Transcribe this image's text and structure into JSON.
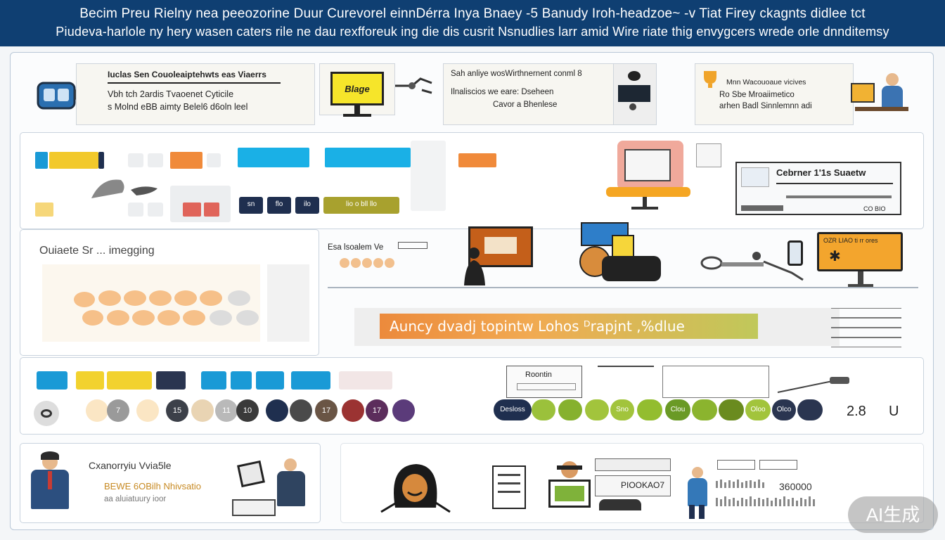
{
  "header": {
    "line1": "Becim Preu Rielny nea peeozorine Duur Curevorel einnDérra Inya Bnaey -5 Banudy Iroh-headzoe~ -v Tiat Firey ckagnts didlee tct",
    "line2": "Piudeva-harlole ny hery wasen caters rile ne dau rexfforeuk ing die dis cusrit Nsnudlies larr amid Wire riate thig envygcers wrede orle dnnditemsy"
  },
  "top_row": {
    "card1": {
      "title": "Iuclas Sen Couoleaiptehwts eas Viaerrs",
      "line2": "Vbh tch 2ardis Tvaoenet Cyticile",
      "line3": "s Molnd eBB aimty Belel6 d6oln leel"
    },
    "sign_label": "Blage",
    "card2": {
      "line1": "Sah anliye wosWirthnernent conml 8",
      "line2": "Ilnaliscios we eare: Dseheen",
      "line3": "Cavor a Bhenlese"
    },
    "card3": {
      "line1": "Mnn Wacouoaue vicives",
      "line2": "Ro Sbe Mroaiimetico",
      "line3": "arhen Badl Sinnlemnn adi"
    }
  },
  "palette_row": {
    "chips_row2": [
      "sn",
      "flo",
      "ilo",
      "lio o bll llo"
    ],
    "device_label": "Cebrner 1'1s Suaetw",
    "device_code": "CO BIO"
  },
  "imaging_row": {
    "title": "Ouiaete  Sr  ...  imegging",
    "small_label": "Esa lsoalem Ve",
    "sign_label": "OZR LIAO ti rr ores",
    "banner": "Auncy  dvadj topintw Lohos  ᴰrapjnt ,%dlue"
  },
  "number_row": {
    "circles": [
      "",
      "7",
      "",
      "15",
      "",
      "11",
      "10",
      "",
      "",
      "17",
      ""
    ],
    "ovals": [
      "Desloss",
      "",
      "",
      "",
      "Sno",
      "",
      "Clou",
      "",
      "",
      "Oloo",
      "Olco"
    ],
    "big_number": "2.8",
    "unit": "U",
    "box_label": "Roontin"
  },
  "bottom_row": {
    "title": "Cxanorryiu  Vvia5le",
    "subtitle": "BEWE 6OBilh Nhivsatio",
    "caption": "aa aluiatuury     ioor",
    "code": "PIOOKAO7",
    "number": "360000"
  },
  "watermark": "AI生成",
  "colors": {
    "header_bg": "#0f3f72",
    "blue": "#1a9ad6",
    "yellow": "#f2c92b",
    "navy": "#1f2f4f",
    "olive": "#a8a12e",
    "orange": "#f08a3a",
    "red": "#e0645a",
    "green": "#8ab52c"
  }
}
